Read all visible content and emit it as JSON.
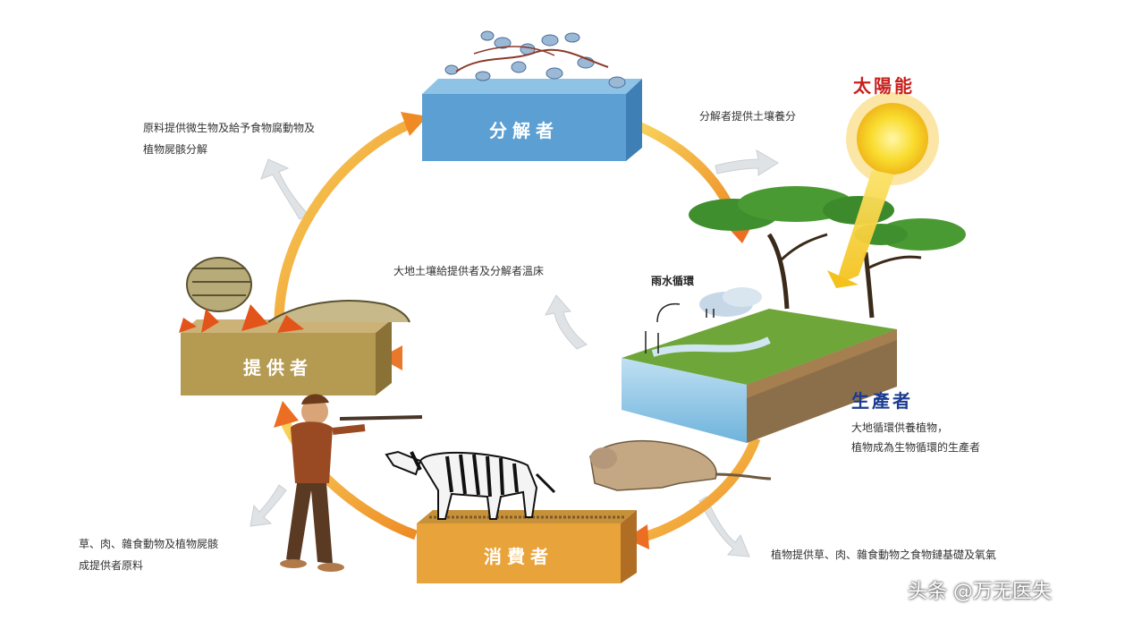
{
  "boxes": {
    "decomposer": "分解者",
    "provider": "提供者",
    "consumer": "消費者",
    "producer": "生產者"
  },
  "labels": {
    "sun": "太陽能",
    "water_cycle": "雨水循環",
    "decomposer_to_soil": "分解者提供土壤養分",
    "provider_line1": "原料提供微生物及給予食物腐動物及",
    "provider_line2": "植物屍骸分解",
    "earth_bed": "大地土壤給提供者及分解者溫床",
    "producer_line1": "大地循環供養植物，",
    "producer_line2": "植物成為生物循環的生產者",
    "consumer_line1": "草、肉、雜食動物及植物屍骸",
    "consumer_line2": "成提供者原料",
    "plant_line": "植物提供草、肉、雜食動物之食物鏈基礎及氧氣"
  },
  "watermark": "头条 @万无医失",
  "colors": {
    "cycle_arrow": "#f0a43a",
    "decomposer_box": "#5b9fd3",
    "provider_box": "#b59a52",
    "consumer_box": "#e9a33b",
    "sun": "#f7d21c",
    "gray_arrow": "#d8dde1"
  }
}
